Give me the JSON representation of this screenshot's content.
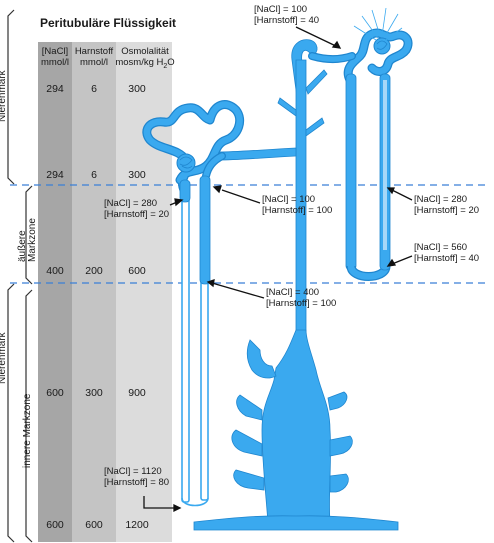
{
  "title": "Peritubuläre Flüssigkeit",
  "columns": {
    "nacl": [
      "[NaCl]",
      "mmol/l"
    ],
    "harnstoff": [
      "Harnstoff",
      "mmol/l"
    ],
    "osmo": [
      "Osmolalität",
      "mosm/kg H",
      "2",
      "O"
    ]
  },
  "rows": [
    {
      "nacl": "294",
      "harnstoff": "6",
      "osmo": "300"
    },
    {
      "nacl": "294",
      "harnstoff": "6",
      "osmo": "300"
    },
    {
      "nacl": "400",
      "harnstoff": "200",
      "osmo": "600"
    },
    {
      "nacl": "600",
      "harnstoff": "300",
      "osmo": "900"
    },
    {
      "nacl": "600",
      "harnstoff": "600",
      "osmo": "1200"
    }
  ],
  "regions": {
    "nierenmark_top": "Nierenmark",
    "aeussere": [
      "äußere",
      "Markzone"
    ],
    "nierenmark_bottom": "Nierenmark",
    "innere": "innere Markzone"
  },
  "annotations": {
    "top": [
      "[NaCl] = 100",
      "[Harnstoff] =  40"
    ],
    "desc_280": [
      "[NaCl] = 280",
      "[Harnstoff] =  20"
    ],
    "asc_100": [
      "[NaCl] = 100",
      "[Harnstoff] = 100"
    ],
    "right_280": [
      "[NaCl] = 280",
      "[Harnstoff] =  20"
    ],
    "right_560": [
      "[NaCl] = 560",
      "[Harnstoff] =  40"
    ],
    "mid_400": [
      "[NaCl] = 400",
      "[Harnstoff] = 100"
    ],
    "bottom_1120": [
      "[NaCl] = 1120",
      "[Harnstoff] =    80"
    ]
  },
  "colors": {
    "tubule": "#3aa9ef",
    "tubule_dark": "#1f86cf",
    "col_nacl": "#a8a8a8",
    "col_harn": "#c2c2c2",
    "col_osmo": "#dadada",
    "boundary": "#3a7fd6"
  }
}
